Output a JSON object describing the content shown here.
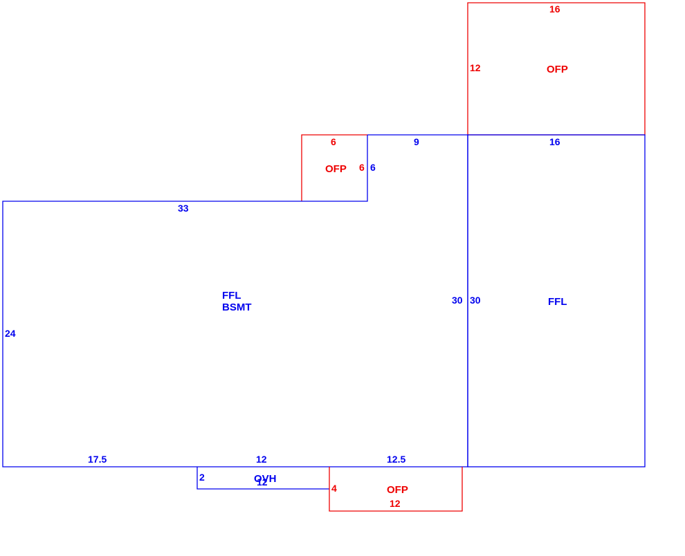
{
  "colors": {
    "living": "#0000ee",
    "porch": "#ee0000"
  },
  "areas": [
    {
      "name": "ffl-bsmt",
      "lines": [
        "FFL",
        "BSMT"
      ],
      "kind": "living"
    },
    {
      "name": "ffl-right",
      "lines": [
        "FFL"
      ],
      "kind": "living"
    },
    {
      "name": "ofp-top",
      "lines": [
        "OFP"
      ],
      "kind": "porch"
    },
    {
      "name": "ofp-middle",
      "lines": [
        "OFP"
      ],
      "kind": "porch"
    },
    {
      "name": "ofp-bottom",
      "lines": [
        "OFP"
      ],
      "kind": "porch"
    },
    {
      "name": "ovh",
      "lines": [
        "OVH"
      ],
      "kind": "living"
    }
  ],
  "dimensions": {
    "ofp_top_width": "16",
    "ofp_top_depth": "12",
    "ffl_right_top": "16",
    "ffl_right_left": "30",
    "ffl_main_right": "30",
    "ffl_main_upper_top": "9",
    "ffl_main_notch_side": "6",
    "ffl_main_top": "33",
    "ffl_main_left": "24",
    "ffl_main_bottom_left": "17.5",
    "ffl_main_bottom_mid": "12",
    "ffl_main_bottom_right": "12.5",
    "ofp_mid_top": "6",
    "ofp_mid_side": "6",
    "ovh_side": "2",
    "ovh_bottom": "12",
    "ofp_bottom_side": "4",
    "ofp_bottom_width": "12"
  }
}
